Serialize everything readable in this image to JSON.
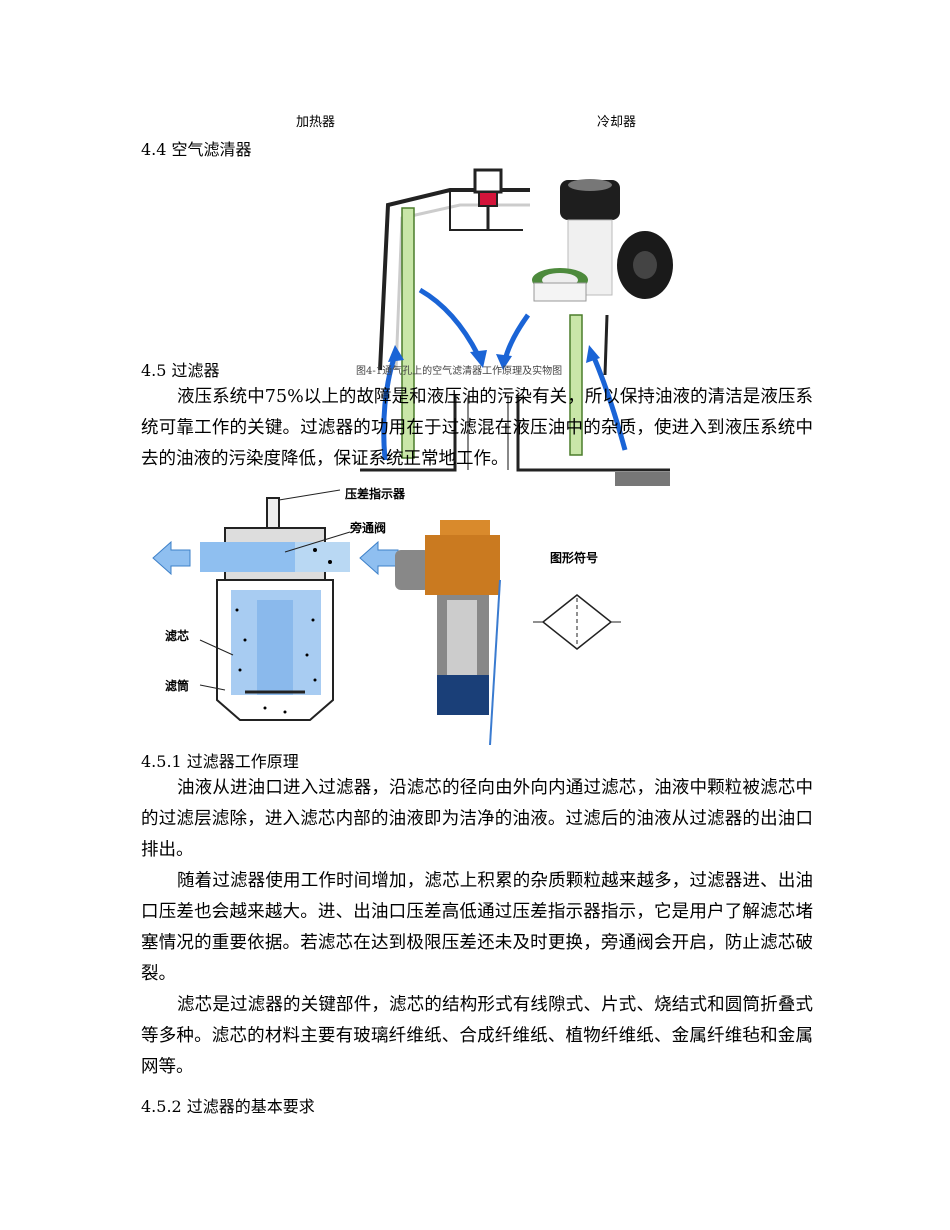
{
  "figure_top": {
    "label_heater": "加热器",
    "label_cooler": "冷却器",
    "caption": "图4-1通气孔上的空气滤清器工作原理及实物图"
  },
  "sections": {
    "s44": "4.4 空气滤清器",
    "s45": "4.5 过滤器",
    "s451": "4.5.1 过滤器工作原理",
    "s452": "4.5.2 过滤器的基本要求"
  },
  "para_45": "液压系统中75%以上的故障是和液压油的污染有关，所以保持油液的清洁是液压系统可靠工作的关键。过滤器的功用在于过滤混在液压油中的杂质，使进入到液压系统中去的油液的污染度降低，保证系统正常地工作。",
  "figure_filter": {
    "label_indicator": "压差指示器",
    "label_bypass": "旁通阀",
    "label_element": "滤芯",
    "label_bowl": "滤筒",
    "label_symbol": "图形符号"
  },
  "para_451_1": "油液从进油口进入过滤器，沿滤芯的径向由外向内通过滤芯，油液中颗粒被滤芯中的过滤层滤除，进入滤芯内部的油液即为洁净的油液。过滤后的油液从过滤器的出油口排出。",
  "para_451_2": "随着过滤器使用工作时间增加，滤芯上积累的杂质颗粒越来越多，过滤器进、出油口压差也会越来越大。进、出油口压差高低通过压差指示器指示，它是用户了解滤芯堵塞情况的重要依据。若滤芯在达到极限压差还未及时更换，旁通阀会开启，防止滤芯破裂。",
  "para_451_3": "滤芯是过滤器的关键部件，滤芯的结构形式有线隙式、片式、烧结式和圆筒折叠式等多种。滤芯的材料主要有玻璃纤维纸、合成纤维纸、植物纤维纸、金属纤维毡和金属网等。"
}
